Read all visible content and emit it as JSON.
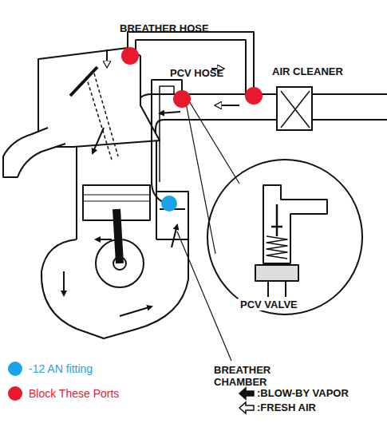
{
  "diagram": {
    "nodes": [
      {
        "text": [
          "AIR CLEANER"
        ]
      },
      {
        "text": [
          "PCV VALVE"
        ]
      }
    ],
    "labels": [
      "BREATHER HOSE",
      "PCV HOSE",
      "BREATHER CHAMBER"
    ],
    "legend": [
      {
        "text": "-12 AN fitting",
        "color": "#1aa3e8"
      },
      {
        "text": "Block These Ports",
        "color": "#e8192c"
      },
      {
        "text": ":BLOW-BY VAPOR"
      },
      {
        "text": ":FRESH AIR"
      }
    ]
  }
}
